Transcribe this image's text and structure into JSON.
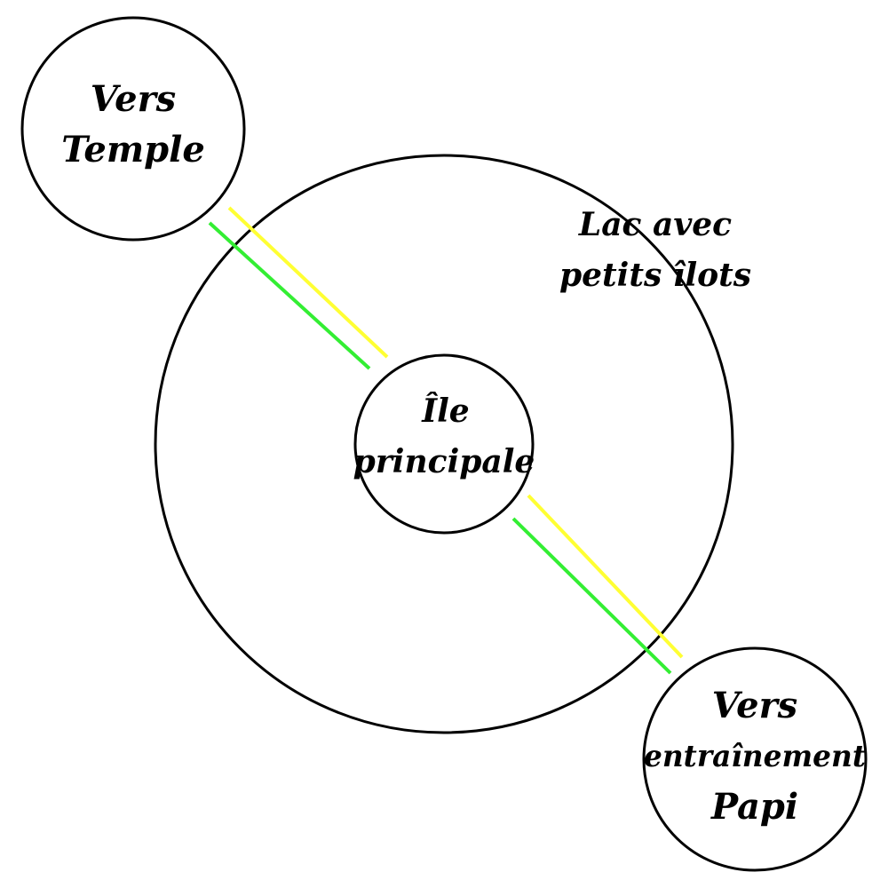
{
  "colors": {
    "background": "#ffffff",
    "outline": "#000000",
    "path_yellow": "#ffff33",
    "path_green": "#33ee33"
  },
  "diagram": {
    "lake_label_line1": "Lac avec",
    "lake_label_line2": "petits îlots",
    "main_island_line1": "Île",
    "main_island_line2": "principale",
    "temple_line1": "Vers",
    "temple_line2": "Temple",
    "training_line1": "Vers",
    "training_line2": "entraînement",
    "training_line3": "Papi"
  }
}
